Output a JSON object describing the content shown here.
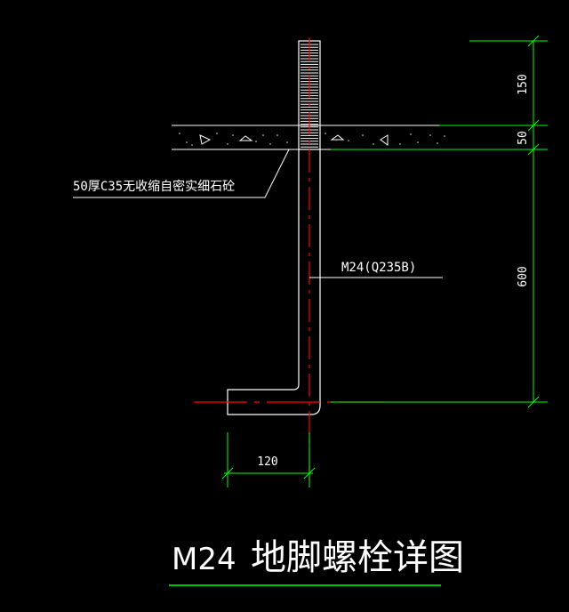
{
  "drawing": {
    "title_code": "M24",
    "title_text": "地脚螺栓详图",
    "note_grout": "50厚C35无收缩自密实细石砼",
    "note_bolt": "M24(Q235B)",
    "dim_top": "150",
    "dim_grout": "50",
    "dim_embed": "600",
    "dim_hook": "120"
  },
  "colors": {
    "background": "#000000",
    "line": "#ffffff",
    "dimension": "#00ff00",
    "centerline": "#ff0000"
  }
}
